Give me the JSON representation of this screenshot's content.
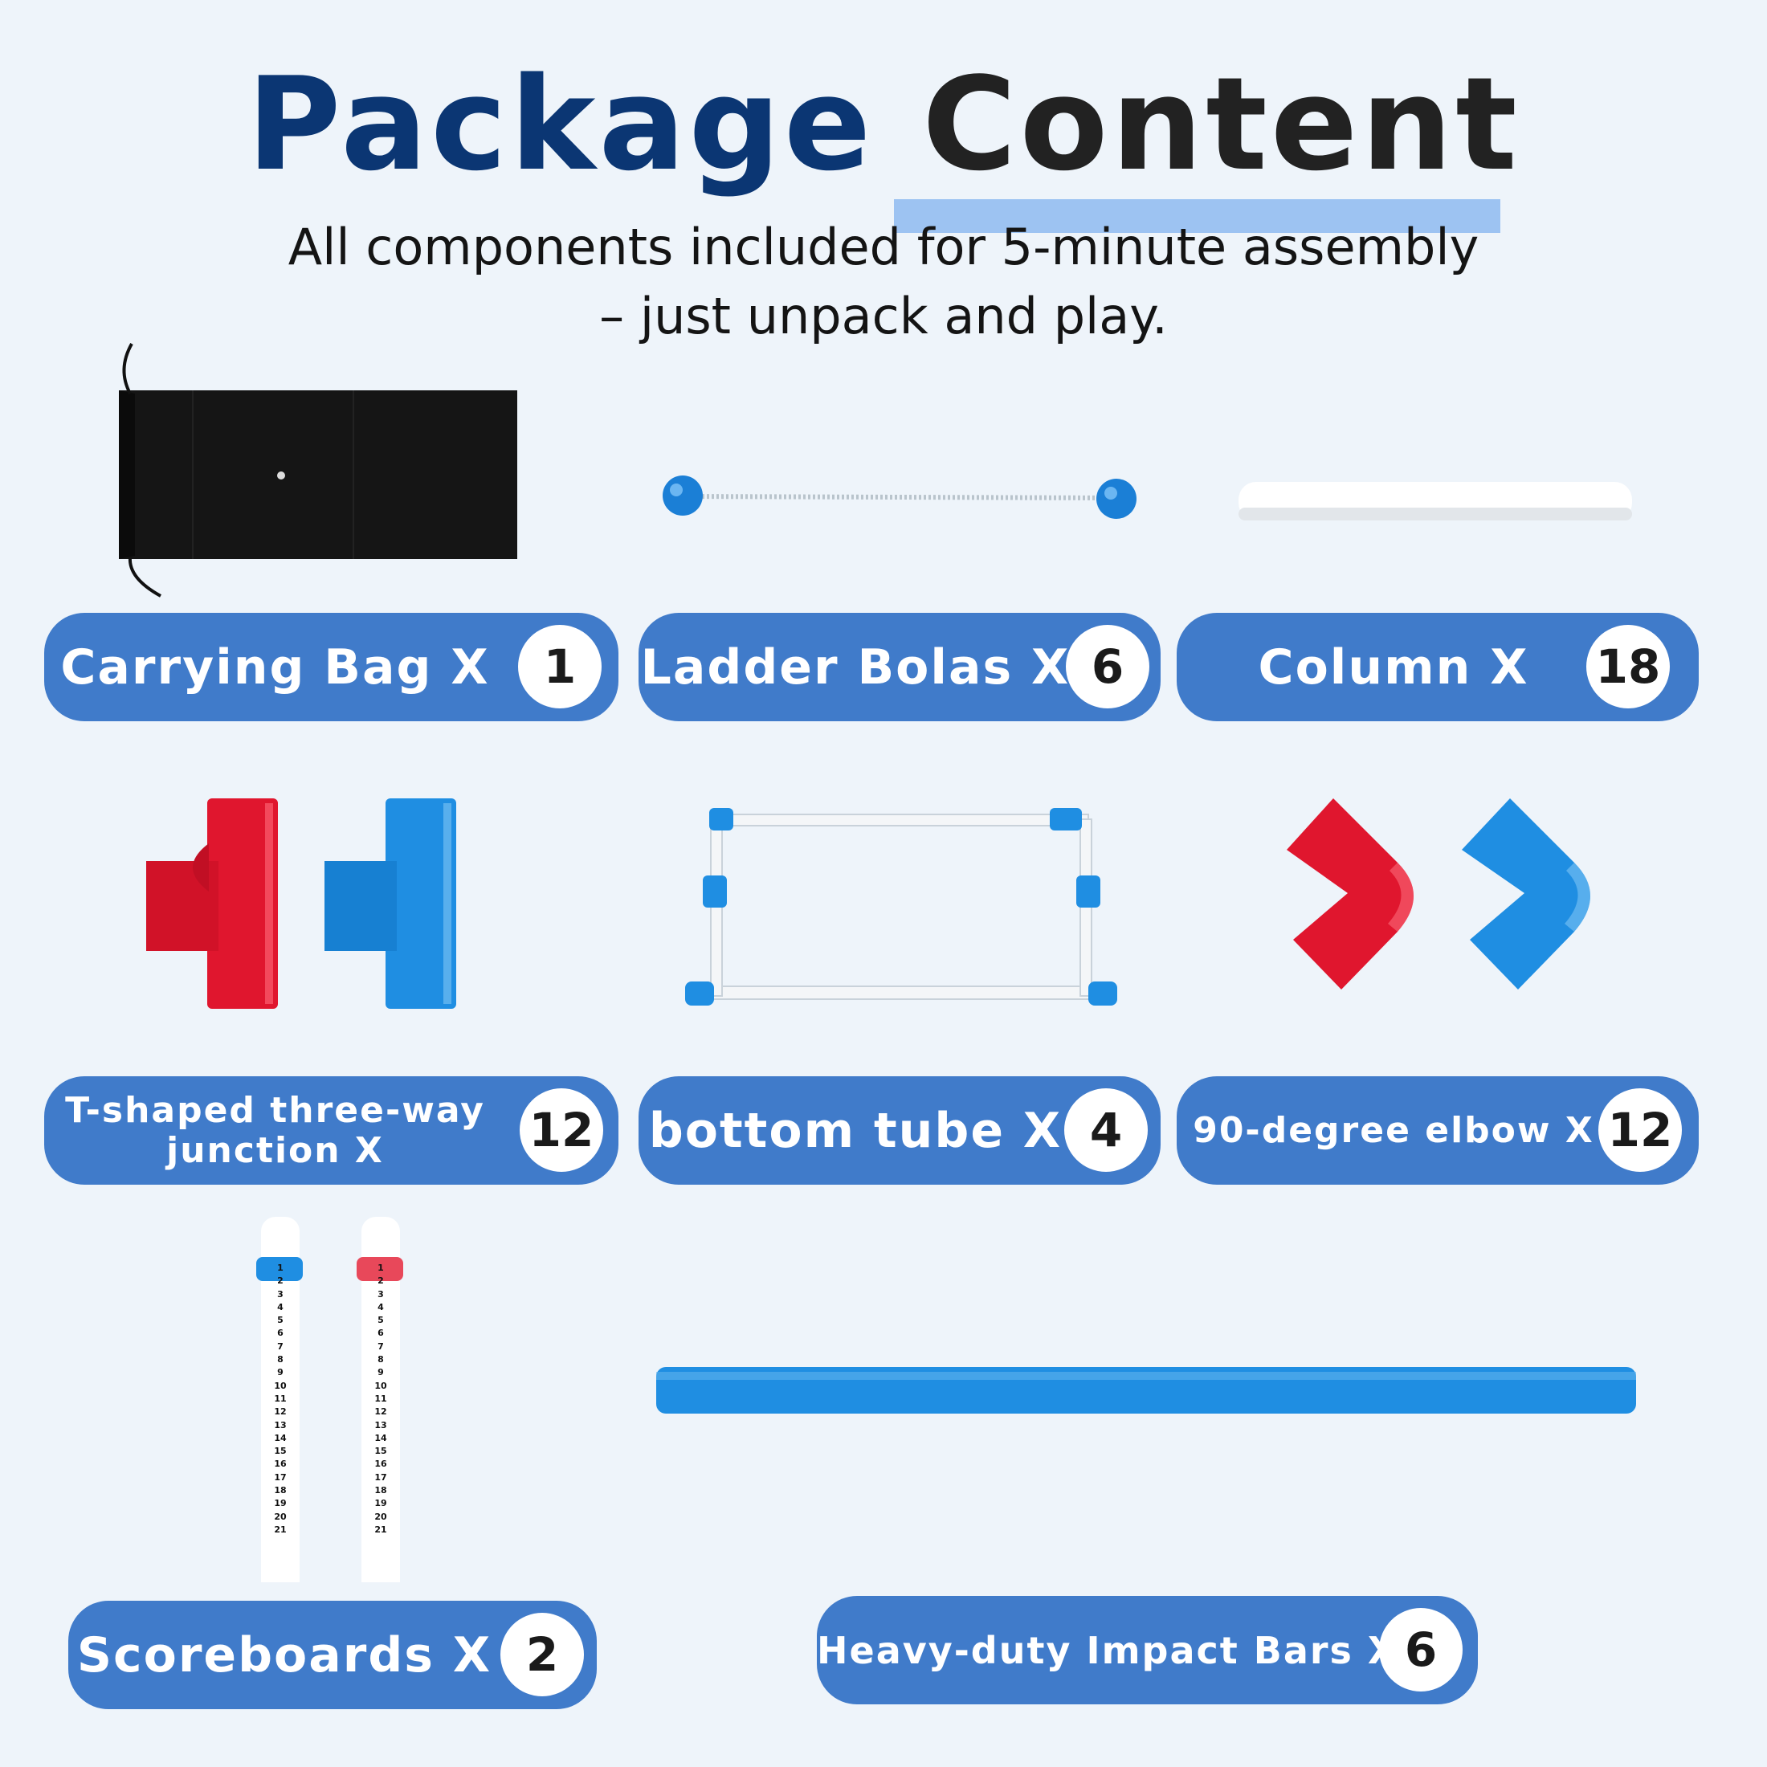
{
  "header": {
    "title_word1": "Package",
    "title_word2": "Content",
    "subtitle_line1": "All components included for 5-minute assembly",
    "subtitle_line2": "– just unpack and play."
  },
  "items": [
    {
      "label": "Carrying Bag X",
      "count": "1",
      "icon": "carrying-bag"
    },
    {
      "label": "Ladder Bolas X",
      "count": "6",
      "icon": "ladder-bolas"
    },
    {
      "label": "Column X",
      "count": "18",
      "icon": "column-tube"
    },
    {
      "label_line1": "T-shaped three-way",
      "label_line2": "junction X",
      "count": "12",
      "icon": "t-junction"
    },
    {
      "label": "bottom tube X",
      "count": "4",
      "icon": "bottom-tube-frame"
    },
    {
      "label": "90-degree elbow X",
      "count": "12",
      "icon": "elbow-joint"
    },
    {
      "label": "Scoreboards X",
      "count": "2",
      "icon": "scoreboard"
    },
    {
      "label": "Heavy-duty Impact Bars X",
      "count": "6",
      "icon": "impact-bar"
    }
  ],
  "scoreboard_numbers": [
    "1",
    "2",
    "3",
    "4",
    "5",
    "6",
    "7",
    "8",
    "9",
    "10",
    "11",
    "12",
    "13",
    "14",
    "15",
    "16",
    "17",
    "18",
    "19",
    "20",
    "21"
  ],
  "colors": {
    "background": "#eef4fa",
    "pill": "#407bca",
    "title_blue": "#0b3673",
    "highlight": "#9dc3f2",
    "red_part": "#e0162e",
    "blue_part": "#1f8ee2"
  }
}
